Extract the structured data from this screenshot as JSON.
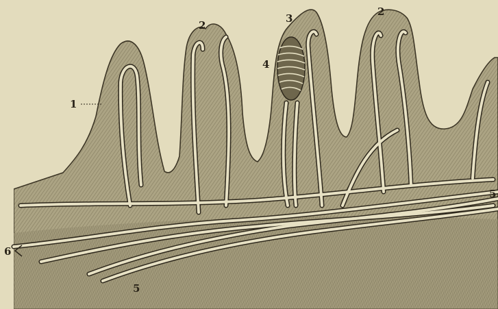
{
  "labels": {
    "l1": "1",
    "l2a": "2",
    "l2b": "2",
    "l3": "3",
    "l4": "4",
    "l5a": "5",
    "l5b": "5",
    "l6": "6"
  },
  "colors": {
    "paper": "#e3dcbd",
    "tissue": "#a9a181",
    "tissue_dark": "#7e7659",
    "vessel_fill": "#e7e1c4",
    "ink": "#2a2419"
  }
}
